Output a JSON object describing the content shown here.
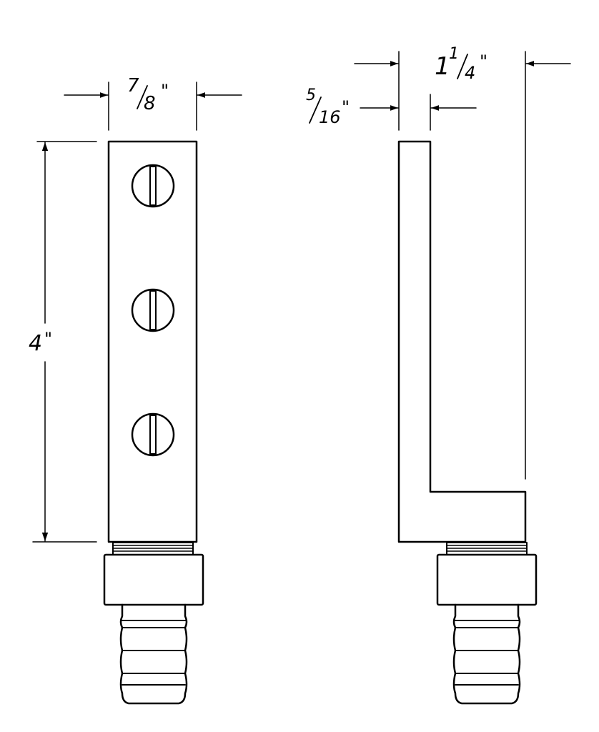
{
  "dimensions": {
    "front_width": {
      "num": "7",
      "den": "8",
      "unit": "\""
    },
    "front_height": {
      "whole": "4",
      "unit": "\""
    },
    "side_thickness": {
      "num": "5",
      "den": "16",
      "unit": "\""
    },
    "side_depth": {
      "whole": "1",
      "num": "1",
      "den": "4",
      "unit": "\""
    }
  },
  "colors": {
    "line": "#000000",
    "background": "#ffffff"
  }
}
